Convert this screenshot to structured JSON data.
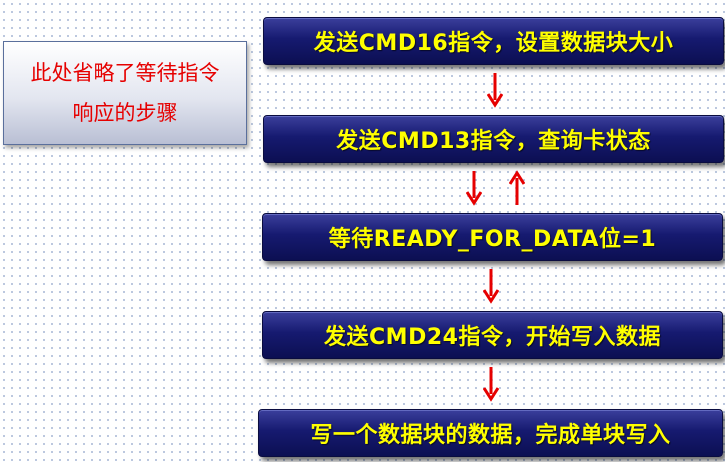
{
  "note": {
    "text": "此处省略了等待指令响应的步骤"
  },
  "steps": [
    {
      "label": "发送CMD16指令，设置数据块大小"
    },
    {
      "label": "发送CMD13指令，查询卡状态"
    },
    {
      "label": "等待READY_FOR_DATA位=1"
    },
    {
      "label": "发送CMD24指令，开始写入数据"
    },
    {
      "label": "写一个数据块的数据，完成单块写入"
    }
  ],
  "colors": {
    "note_text": "#e60000",
    "step_text": "#ffff00",
    "step_background": "#161a70",
    "arrow": "#e60000"
  }
}
